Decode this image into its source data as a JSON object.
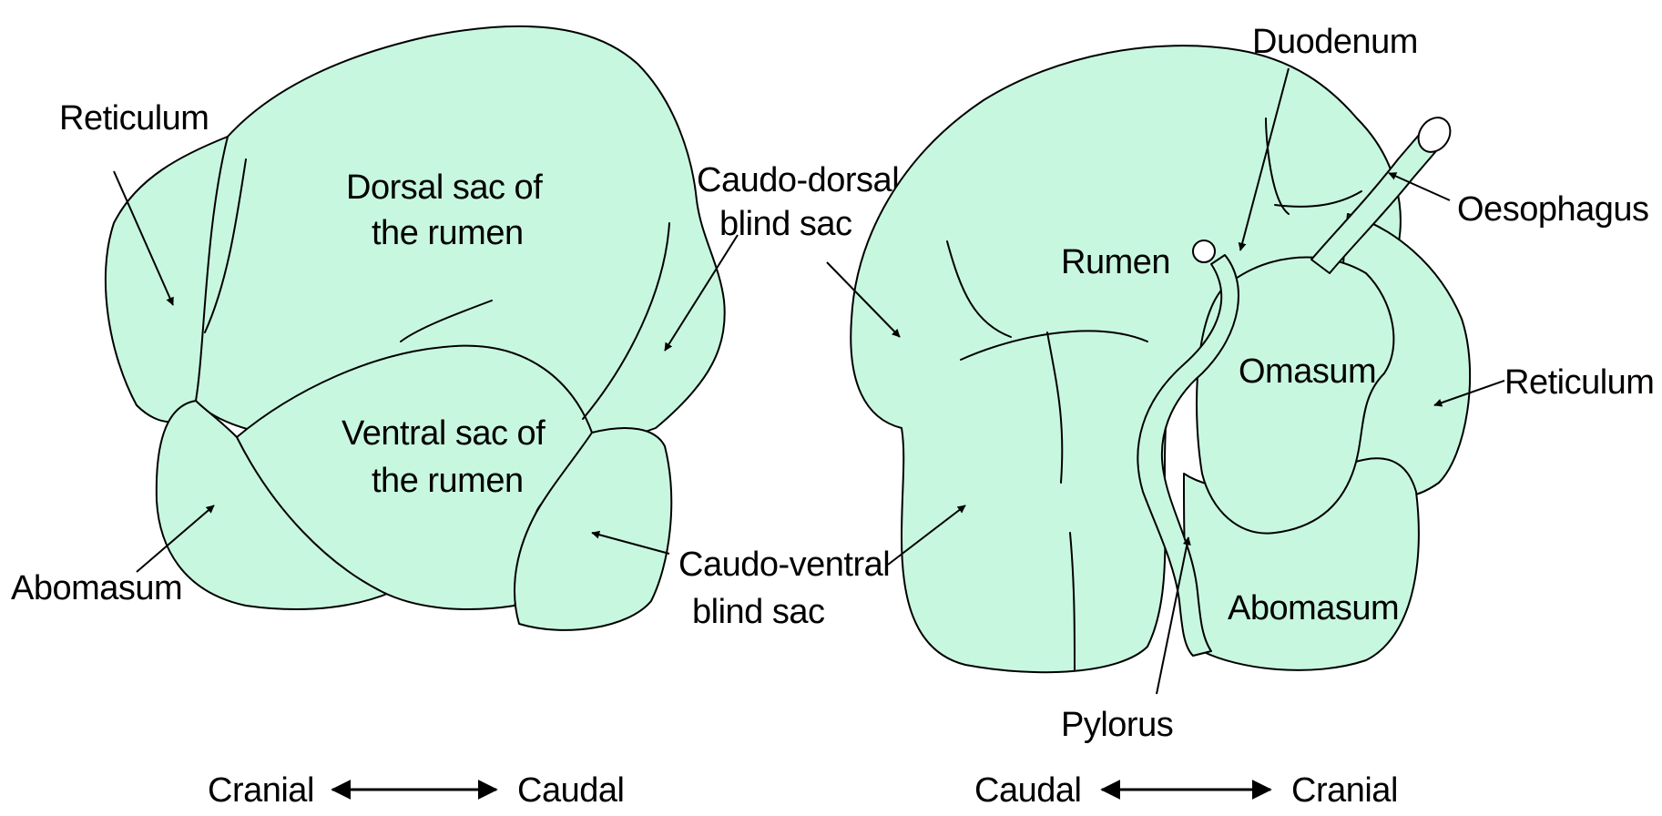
{
  "left_view": {
    "labels": {
      "reticulum": "Reticulum",
      "dorsal_sac": [
        "Dorsal sac of",
        "the rumen"
      ],
      "caudo_dorsal": [
        "Caudo-dorsal",
        "blind sac"
      ],
      "ventral_sac": [
        "Ventral sac of",
        "the rumen"
      ],
      "abomasum": "Abomasum",
      "caudo_ventral": [
        "Caudo-ventral",
        "blind sac"
      ]
    },
    "orientation": {
      "left": "Cranial",
      "right": "Caudal"
    }
  },
  "right_view": {
    "labels": {
      "duodenum": "Duodenum",
      "oesophagus": "Oesophagus",
      "rumen": "Rumen",
      "omasum": "Omasum",
      "reticulum": "Reticulum",
      "abomasum": "Abomasum",
      "pylorus": "Pylorus"
    },
    "orientation": {
      "left": "Caudal",
      "right": "Cranial"
    }
  },
  "colors": {
    "organ_fill": "#c8f7e0",
    "stroke": "#000000"
  }
}
